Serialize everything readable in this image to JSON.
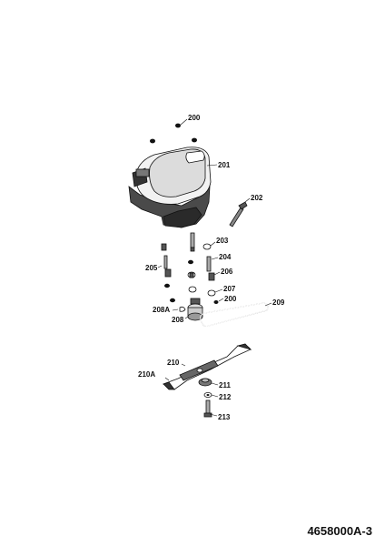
{
  "diagram": {
    "document_number": "4658000A-3",
    "labels": {
      "p200_top": "200",
      "p201": "201",
      "p202": "202",
      "p203": "203",
      "p204": "204",
      "p205": "205",
      "p206": "206",
      "p207": "207",
      "p200_mid": "200",
      "p208A": "208A",
      "p208": "208",
      "p209": "209",
      "p210": "210",
      "p210A": "210A",
      "p211": "211",
      "p212": "212",
      "p213": "213"
    }
  }
}
